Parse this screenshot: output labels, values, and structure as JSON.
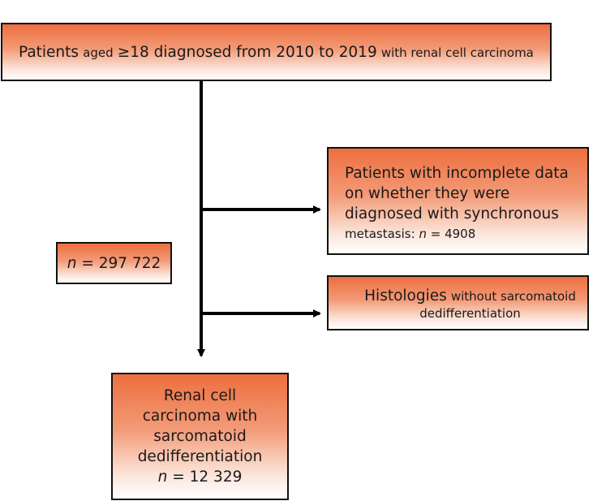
{
  "top_box": {
    "part1": "Patients",
    "part2": "aged",
    "part3": "≥18 diagnosed from 2010 to 2019",
    "part4": "with renal cell carcinoma"
  },
  "exclusion_1": {
    "line1": "Patients with incomplete data",
    "line2": "on whether they were",
    "line3": "diagnosed with synchronous",
    "line4_prefix": "metastasis:",
    "n_symbol": "n",
    "line4_value": "= 4908"
  },
  "exclusion_2": {
    "line1_big": "Histologies",
    "line1_small": "without sarcomatoid",
    "line2": "dedifferentiation"
  },
  "cohort_count": {
    "n_symbol": "n",
    "value": "= 297 722"
  },
  "final_box": {
    "line1": "Renal cell",
    "line2": "carcinoma with",
    "line3": "sarcomatoid",
    "line4": "dedifferentiation",
    "n_symbol": "n",
    "value": "= 12 329"
  }
}
